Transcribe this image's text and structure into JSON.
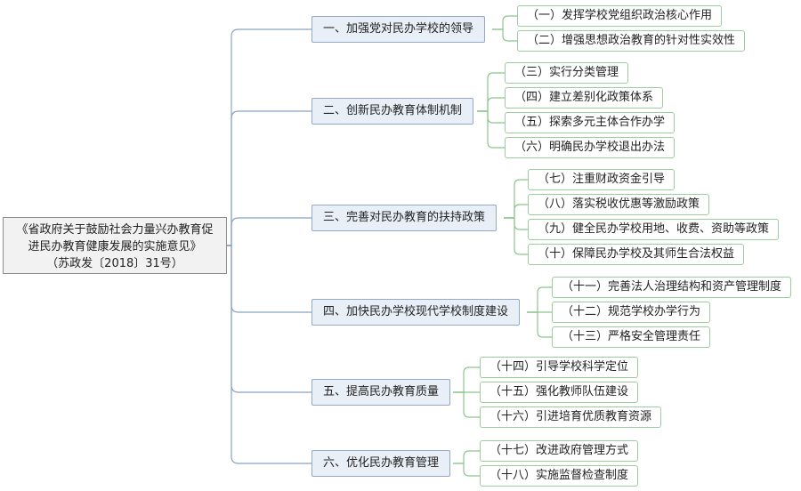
{
  "root": {
    "line1": "《省政府关于鼓励社会力量兴办教育促",
    "line2": "进民办教育健康发展的实施意见》",
    "line3": "（苏政发〔2018〕31号）"
  },
  "colors": {
    "branch_line": "#8aa3c4",
    "leaf_line": "#8cc58c",
    "branch_fill": "#e8eff7",
    "leaf_border": "#9fcc9f"
  },
  "branches": [
    {
      "label": "一、加强党对民办学校的领导",
      "items": [
        "（一）发挥学校党组织政治核心作用",
        "（二）增强思想政治教育的针对性实效性"
      ]
    },
    {
      "label": "二、创新民办教育体制机制",
      "items": [
        "（三）实行分类管理",
        "（四）建立差别化政策体系",
        "（五）探索多元主体合作办学",
        "（六）明确民办学校退出办法"
      ]
    },
    {
      "label": "三、完善对民办教育的扶持政策",
      "items": [
        "（七）注重财政资金引导",
        "（八）落实税收优惠等激励政策",
        "（九）健全民办学校用地、收费、资助等政策",
        "（十）保障民办学校及其师生合法权益"
      ]
    },
    {
      "label": "四、加快民办学校现代学校制度建设",
      "items": [
        "（十一）完善法人治理结构和资产管理制度",
        "（十二）规范学校办学行为",
        "（十三）严格安全管理责任"
      ]
    },
    {
      "label": "五、提高民办教育质量",
      "items": [
        "（十四）引导学校科学定位",
        "（十五）强化教师队伍建设",
        "（十六）引进培育优质教育资源"
      ]
    },
    {
      "label": "六、优化民办教育管理",
      "items": [
        "（十七）改进政府管理方式",
        "（十八）实施监督检查制度"
      ]
    }
  ]
}
